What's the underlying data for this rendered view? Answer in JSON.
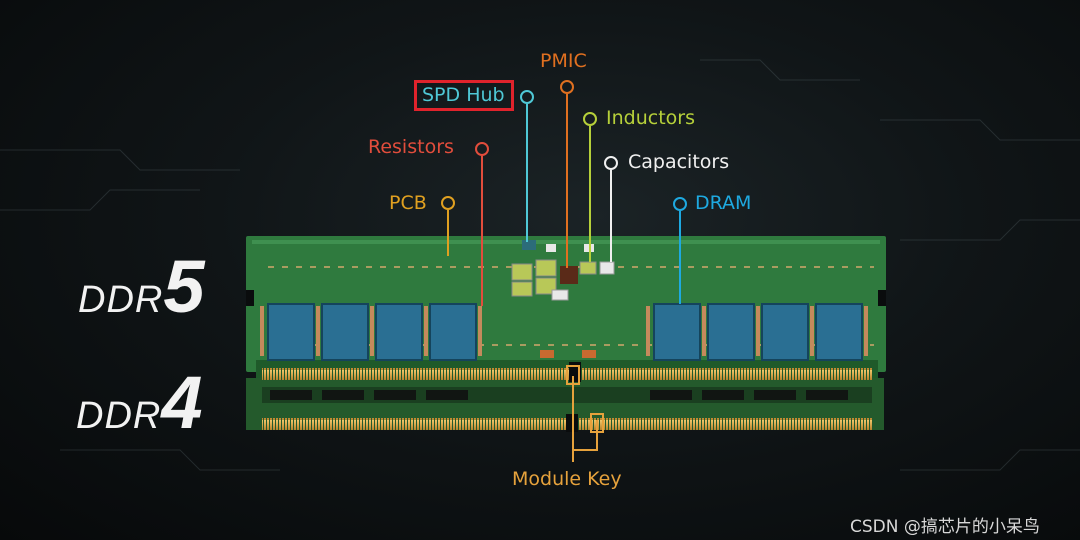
{
  "labels": {
    "pmic": "PMIC",
    "spd_hub": "SPD Hub",
    "inductors": "Inductors",
    "resistors": "Resistors",
    "capacitors": "Capacitors",
    "pcb": "PCB",
    "dram": "DRAM",
    "module_key": "Module Key"
  },
  "modules": {
    "ddr5_prefix": "DDR",
    "ddr5_number": "5",
    "ddr4_prefix": "DDR",
    "ddr4_number": "4"
  },
  "watermark": "CSDN @搞芯片的小呆鸟",
  "colors": {
    "pmic": "#e07020",
    "spd_hub": "#4fc8d6",
    "inductors": "#b6d03a",
    "resistors": "#e24d3c",
    "capacitors": "#f0f0f0",
    "pcb": "#e0a020",
    "dram": "#1ea9e0",
    "module_key": "#e6a23c",
    "highlight_box": "#e0232c",
    "pcb_green": "#2f7a3e"
  }
}
